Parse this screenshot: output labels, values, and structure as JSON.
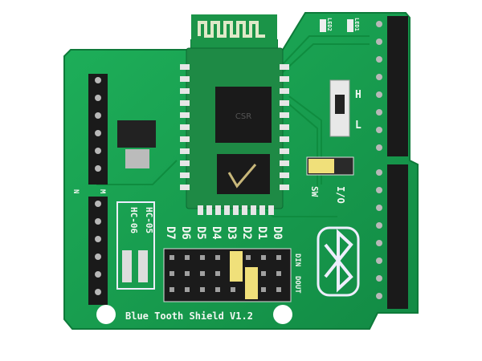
{
  "board": {
    "title": "Blue Tooth Shield V1.2",
    "module_labels": [
      "HC-06",
      "HC-05"
    ],
    "pin_labels": [
      "D7",
      "D6",
      "D5",
      "D4",
      "D3",
      "D2",
      "D1",
      "D0"
    ],
    "din_label": "DIN",
    "dout_label": "DOUT",
    "switch_high": "H",
    "switch_low": "L",
    "jumper_labels": [
      "SW",
      "I/O"
    ],
    "led_labels": [
      "LED2",
      "LED1"
    ],
    "header_labels": [
      "N",
      "M"
    ],
    "chip_marking": "CSR",
    "colors": {
      "pcb": "#17a050",
      "module": "#1f8f45",
      "header": "#1a1a1a",
      "jumper": "#f0e07a",
      "background": "#ffffff"
    }
  }
}
